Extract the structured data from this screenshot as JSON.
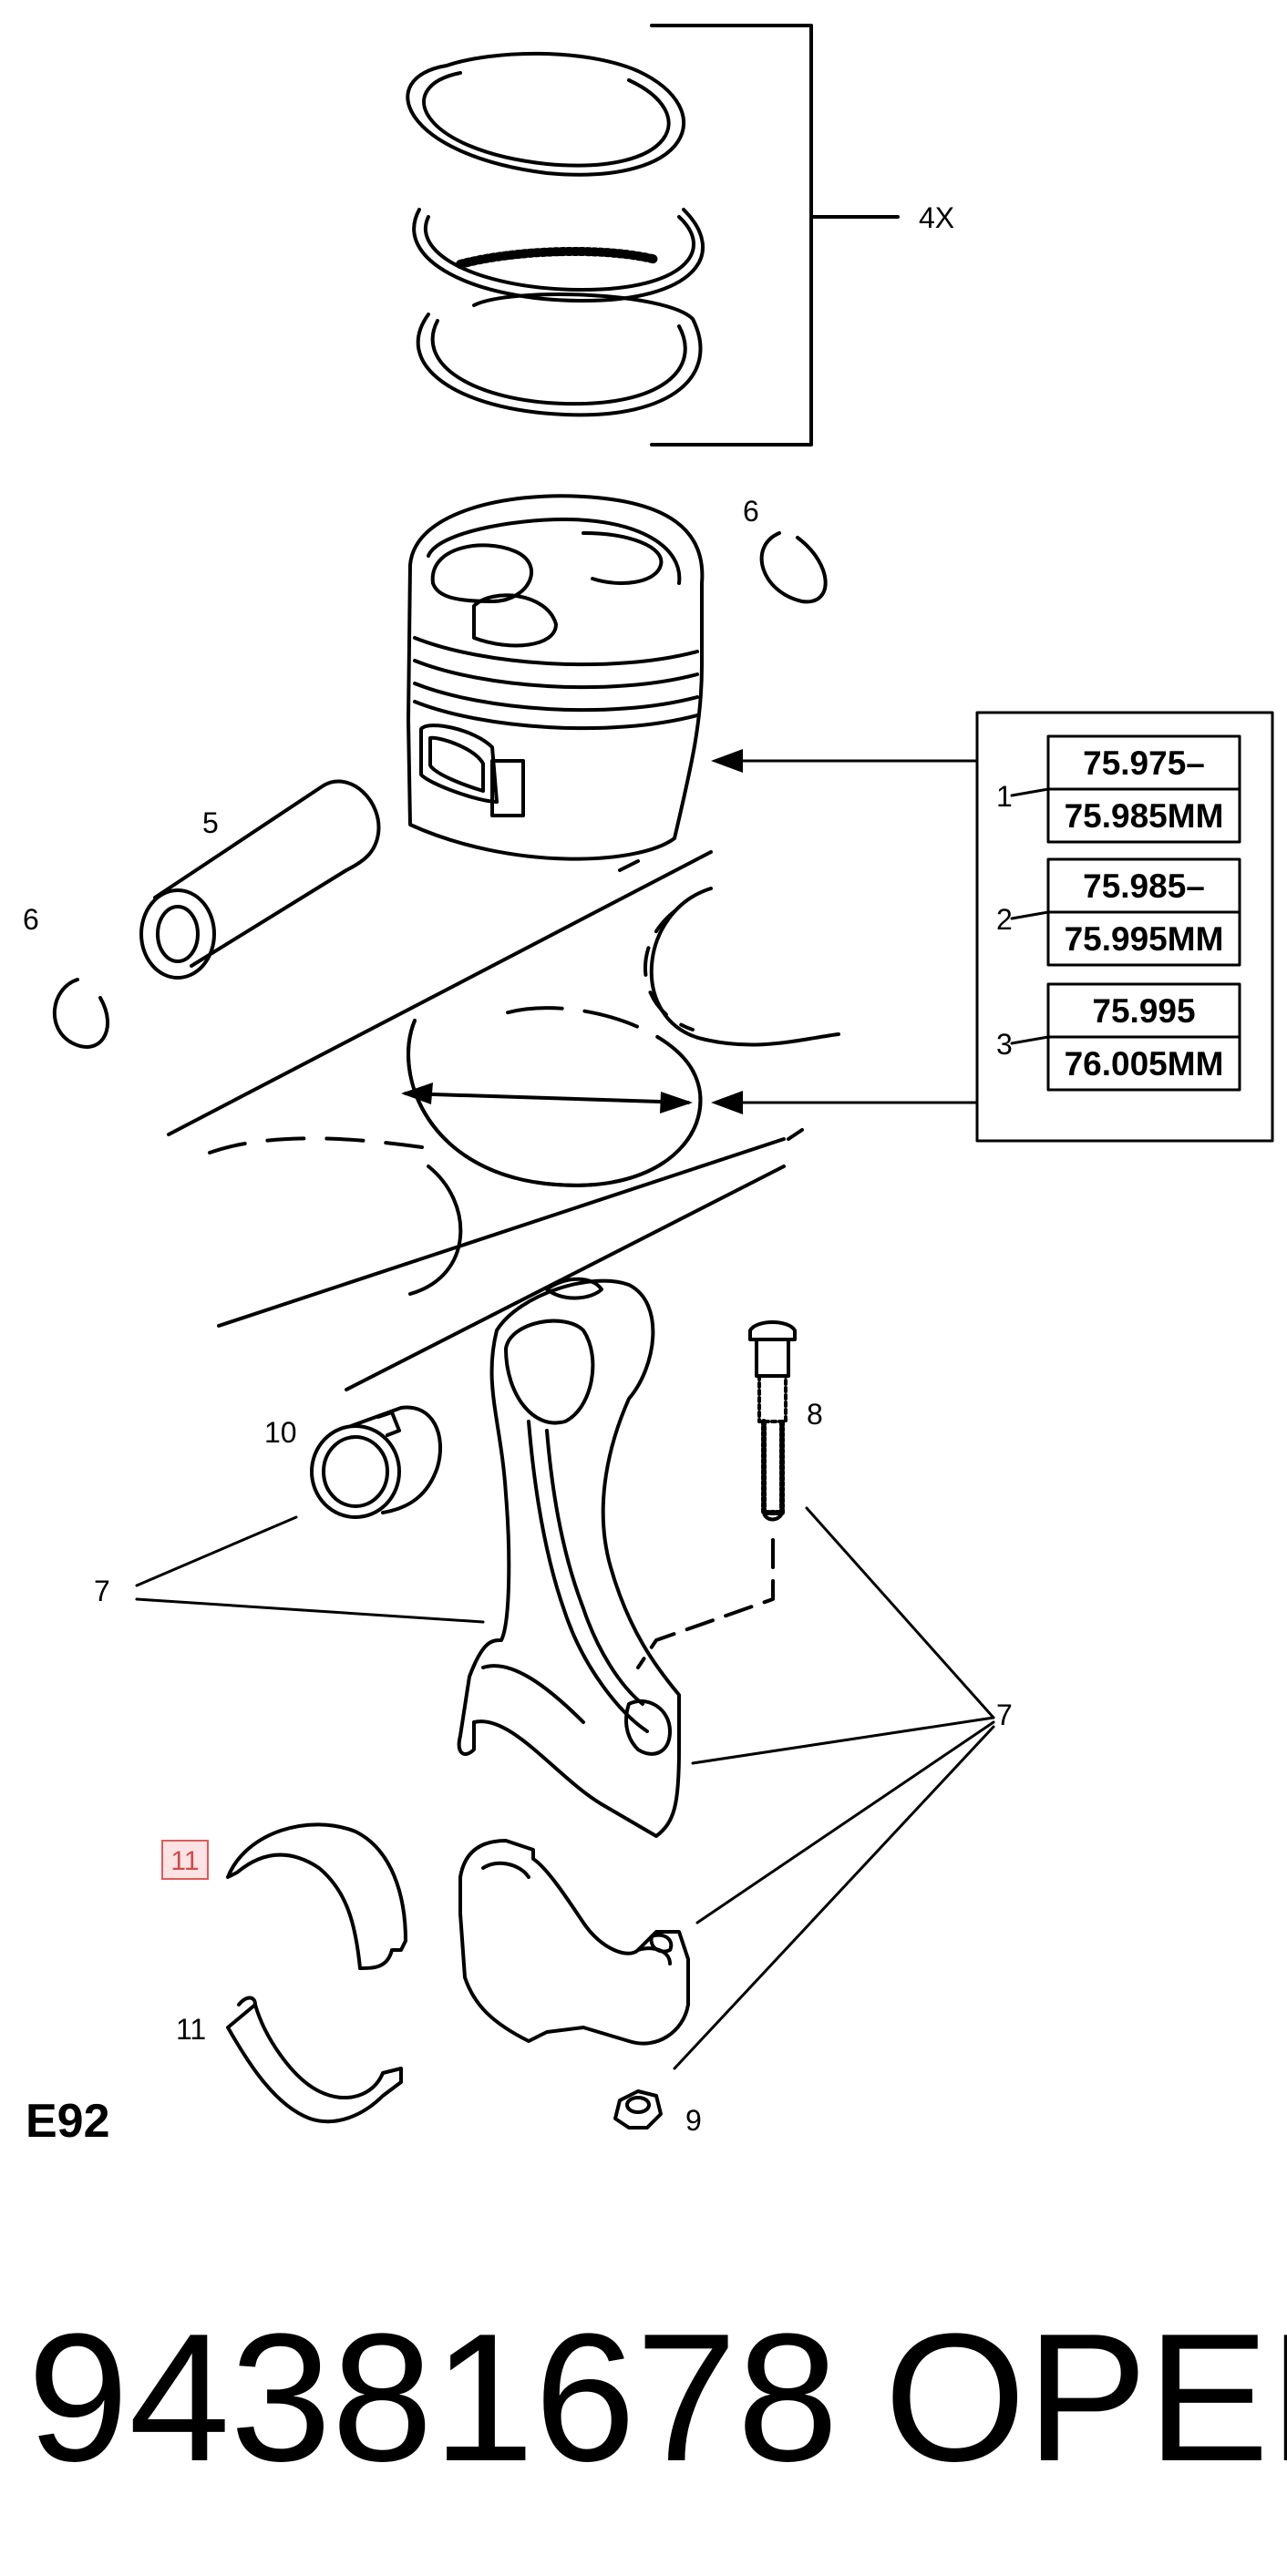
{
  "diagram": {
    "callouts": {
      "rings_qty": "4X",
      "c5": "5",
      "c6a": "6",
      "c6b": "6",
      "c7a": "7",
      "c7b": "7",
      "c8": "8",
      "c9": "9",
      "c10": "10",
      "c11a": "11",
      "c11b": "11"
    },
    "grades": [
      {
        "num": "1",
        "top": "75.975–",
        "bottom": "75.985MM"
      },
      {
        "num": "2",
        "top": "75.985–",
        "bottom": "75.995MM"
      },
      {
        "num": "3",
        "top": "75.995",
        "bottom": "76.005MM"
      }
    ],
    "engine_code": "E92",
    "highlight_color": "#e05b5b"
  },
  "footer": {
    "part_number": "94381678",
    "brand": "OPEL"
  }
}
